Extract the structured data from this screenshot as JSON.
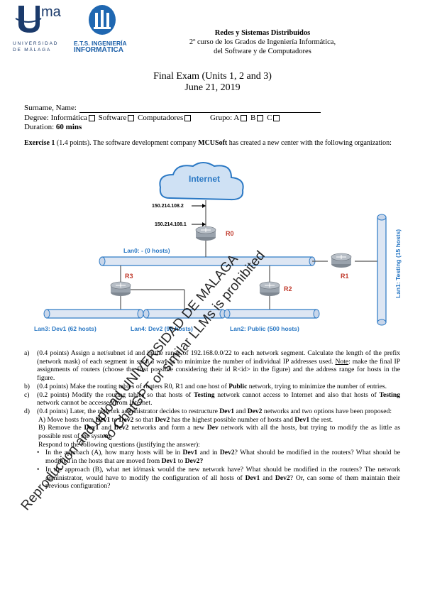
{
  "logos": {
    "uma_letters": "ma",
    "uma_name": "UNIVERSIDAD",
    "uma_city": "DE MÁLAGA",
    "etsi_line1": "E.T.S. INGENIERÍA",
    "etsi_line2": "INFORMÁTICA"
  },
  "header": {
    "course": "Redes y Sistemas Distribuidos",
    "line2": "2º curso de los Grados de Ingeniería Informática,",
    "line3": "del Software y de Computadores"
  },
  "exam": {
    "title": "Final Exam (Units 1, 2 and 3)",
    "date": "June 21, 2019"
  },
  "form": {
    "name_label": "Surname, Name:",
    "degree_label": "Degree:",
    "degree_opt1": "Informática",
    "degree_opt2": "Software",
    "degree_opt3": "Computadores",
    "group_label": "Grupo:",
    "group_a": "A",
    "group_b": "B",
    "group_c": "C",
    "duration_label": "Duration:",
    "duration_value": "60 mins"
  },
  "exercise": {
    "label": "Exercise 1",
    "points": "(1.4 points). The software development company",
    "company": "MCUSoft",
    "rest": "has created a new center with the following organization:"
  },
  "diagram": {
    "internet": "Internet",
    "ip_top": "150.214.108.2",
    "ip_bottom": "150.214.108.1",
    "r0": "R0",
    "r1": "R1",
    "r2": "R2",
    "r3": "R3",
    "lan0": "Lan0: - (0 hosts)",
    "lan1": "Lan1: Testing (15 hosts)",
    "lan2": "Lan2: Public (500 hosts)",
    "lan3": "Lan3: Dev1 (62 hosts)",
    "lan4": "Lan4: Dev2 (95 hosts)"
  },
  "questions": {
    "a_label": "a)",
    "a_text": "(0.4 points) Assign a net/subnet id and in the range of 192.168.0.0/22 to each network segment. Calculate the length of the prefix (network mask) of each segment in such a way as to minimize the number of individual IP addresses used.",
    "a_note_label": "Note",
    "a_note_text": ": make the final IP assignments of routers (choose the first possible considering their id R<id> in the figure) and the address range for hosts in the figure.",
    "b_label": "b)",
    "b_text1": "(0.4 points) Make the routing tables of routers R0, R1 and one host of",
    "b_bold": "Public",
    "b_text2": "network, trying to minimize the number of entries.",
    "c_label": "c)",
    "c_text1": "(0.2 points) Modify the routing tables so that hosts of",
    "c_bold1": "Testing",
    "c_text2": "network cannot access to Internet and also that hosts of",
    "c_bold2": "Testing",
    "c_text3": "network cannot be accessed from Internet.",
    "d_label": "d)",
    "d_text1": "(0.4 points) Later, the network administrator decides to restructure",
    "d_bold1": "Dev1",
    "d_and": "and",
    "d_bold2": "Dev2",
    "d_text2": "networks and two options have been proposed:",
    "A_text1": "A) Move hosts from",
    "A_b1": "Dev1",
    "A_to": "to",
    "A_b2": "Dev2",
    "A_text2": "so that",
    "A_b3": "Dev2",
    "A_text3": "has the highest possible number of hosts and",
    "A_b4": "Dev1",
    "A_text4": "the rest.",
    "B_text1": "B) Remove the",
    "B_b1": "Dev1",
    "B_and": "and",
    "B_b2": "Dev2",
    "B_text2": "networks and form a new",
    "B_b3": "Dev",
    "B_text3": "network with all the hosts, but trying to modify the as little as possible rest of the system.",
    "respond": "Respond to the following questions (justifying the answer):",
    "bullet": "•",
    "b1_text1": "In the approach (A), how many hosts will be in",
    "b1_b1": "Dev1",
    "b1_and": "and in",
    "b1_b2": "Dev2",
    "b1_text2": "? What should be modified in the routers? What should be modified in the hosts that are moved from",
    "b1_b3": "Dev1",
    "b1_to": "to",
    "b1_b4": "Dev2",
    "b1_q": "?",
    "b2_text1": "In the approach (B), what net id/mask would the new network have? What should be modified in the routers? The network administrator, would have to modify the configuration of all hosts of",
    "b2_b1": "Dev1",
    "b2_and": "and",
    "b2_b2": "Dev2",
    "b2_text2": "? Or, can some of them maintain their previous configuration?"
  },
  "watermark": {
    "line1": "Reproduction and upload UNIVERSIDAD DE MALAGA",
    "line2": "to ChatGPT or similar LLMs is prohibited"
  },
  "colors": {
    "lan_blue": "#2a78c4",
    "pipe_fill": "#dde6f3",
    "router_fill": "#9aa3ad",
    "cloud_fill": "#cfe1f4",
    "router_label": "#c0392b"
  }
}
